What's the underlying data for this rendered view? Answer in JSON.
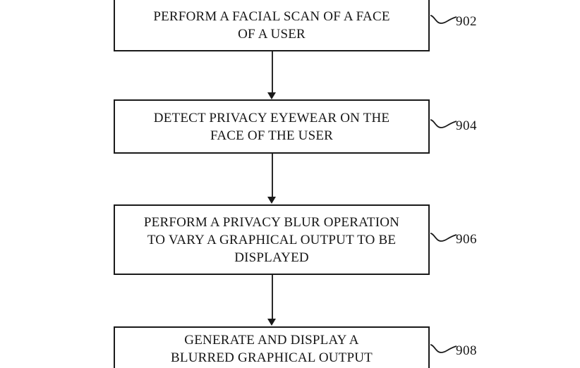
{
  "figure": {
    "type": "patent-flowchart",
    "background_color": "#ffffff",
    "line_color": "#1a1a1a",
    "text_color": "#161616"
  },
  "steps": [
    {
      "id": "step-902",
      "text": "PERFORM A FACIAL SCAN OF A FACE\nOF A USER",
      "ref": "902",
      "clipped": "top"
    },
    {
      "id": "step-904",
      "text": "DETECT PRIVACY EYEWEAR ON THE\nFACE OF THE USER",
      "ref": "904",
      "clipped": "none"
    },
    {
      "id": "step-906",
      "text": "PERFORM A PRIVACY BLUR OPERATION\nTO VARY A GRAPHICAL OUTPUT TO BE\nDISPLAYED",
      "ref": "906",
      "clipped": "none"
    },
    {
      "id": "step-908",
      "text": "GENERATE AND DISPLAY A\nBLURRED GRAPHICAL OUTPUT",
      "ref": "908",
      "clipped": "bottom"
    }
  ],
  "connectors": [
    {
      "id": "connector-902-904",
      "from": "step-902",
      "to": "step-904"
    },
    {
      "id": "connector-904-906",
      "from": "step-904",
      "to": "step-906"
    },
    {
      "id": "connector-906-908",
      "from": "step-906",
      "to": "step-908"
    }
  ]
}
